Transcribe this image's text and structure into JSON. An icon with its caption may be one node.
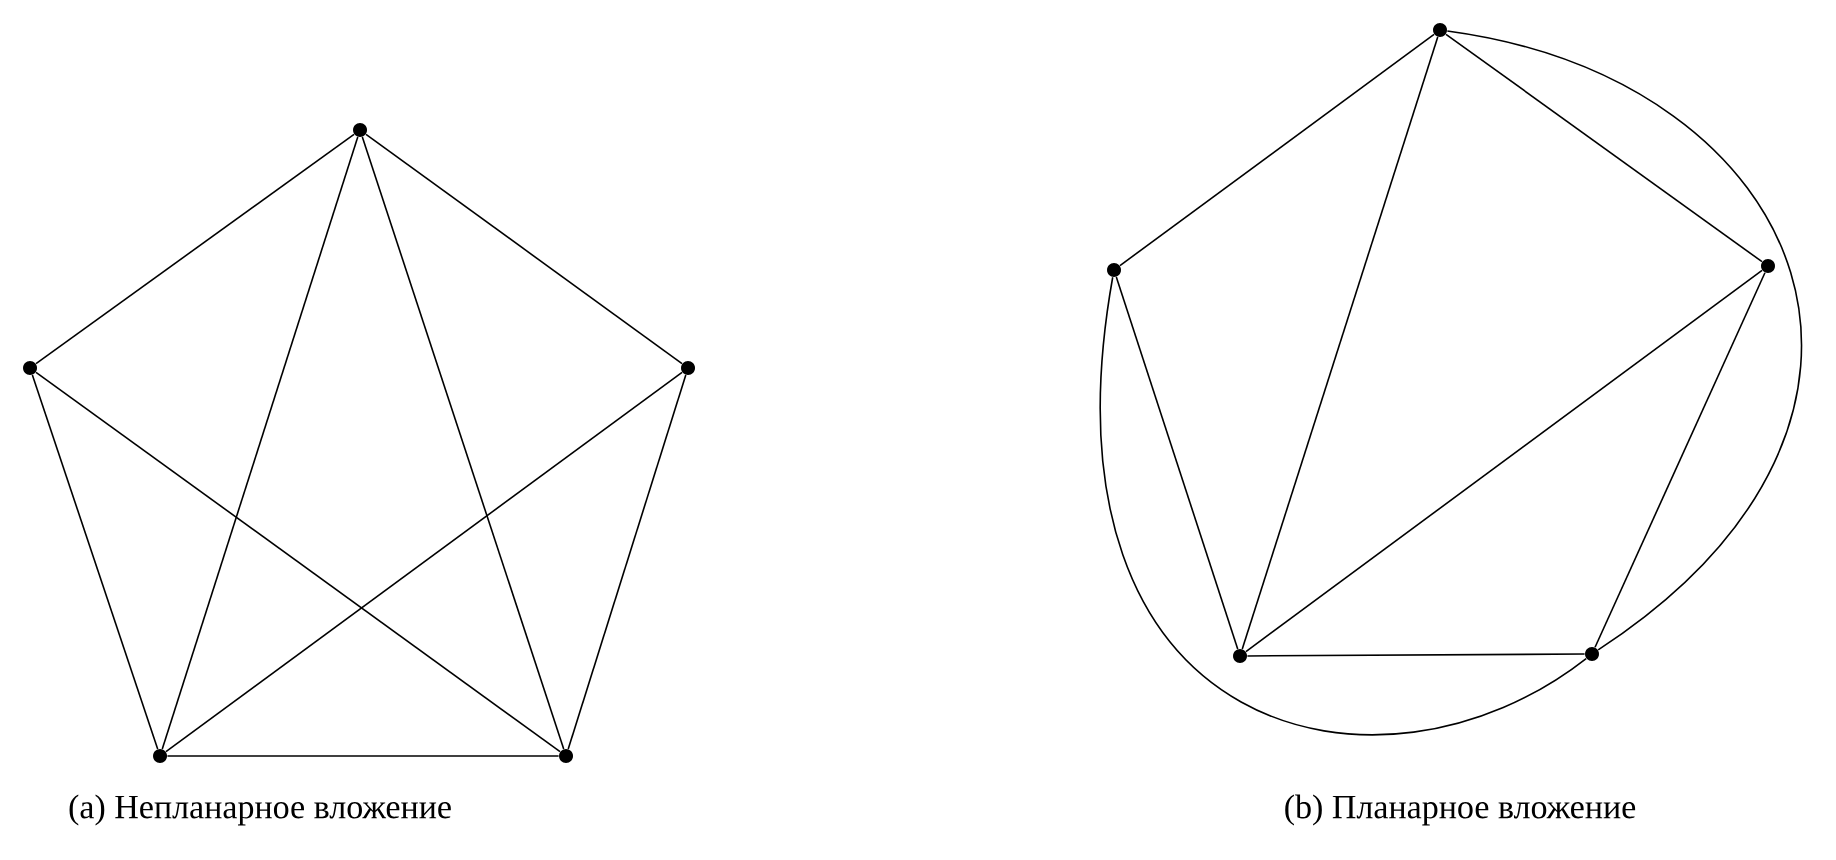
{
  "diagram": {
    "nodes": [
      {
        "text": [],
        "shape": "circle"
      },
      {
        "text": [],
        "shape": "circle"
      },
      {
        "text": [],
        "shape": "circle"
      },
      {
        "text": [],
        "shape": "circle"
      },
      {
        "text": [],
        "shape": "circle"
      },
      {
        "text": [],
        "shape": "circle"
      },
      {
        "text": [],
        "shape": "circle"
      },
      {
        "text": [],
        "shape": "circle"
      },
      {
        "text": [],
        "shape": "circle"
      },
      {
        "text": [],
        "shape": "circle"
      }
    ],
    "edges": [
      {
        "from": 0,
        "to": 1,
        "arrow": "none"
      },
      {
        "from": 0,
        "to": 2,
        "arrow": "none"
      },
      {
        "from": 0,
        "to": 3,
        "arrow": "none"
      },
      {
        "from": 0,
        "to": 4,
        "arrow": "none"
      },
      {
        "from": 1,
        "to": 3,
        "arrow": "none"
      },
      {
        "from": 1,
        "to": 4,
        "arrow": "none"
      },
      {
        "from": 2,
        "to": 3,
        "arrow": "none"
      },
      {
        "from": 2,
        "to": 4,
        "arrow": "none"
      },
      {
        "from": 3,
        "to": 4,
        "arrow": "none"
      },
      {
        "from": 5,
        "to": 6,
        "arrow": "none"
      },
      {
        "from": 5,
        "to": 7,
        "arrow": "none"
      },
      {
        "from": 5,
        "to": 8,
        "arrow": "none"
      },
      {
        "from": 6,
        "to": 8,
        "arrow": "none"
      },
      {
        "from": 7,
        "to": 8,
        "arrow": "none"
      },
      {
        "from": 7,
        "to": 9,
        "arrow": "none"
      },
      {
        "from": 8,
        "to": 9,
        "arrow": "none"
      },
      {
        "from": 5,
        "to": 9,
        "arrow": "none"
      },
      {
        "from": 6,
        "to": 9,
        "arrow": "none"
      }
    ],
    "labels": [
      "(a) Непланарное вложение",
      "(b) Планарное вложение"
    ]
  }
}
